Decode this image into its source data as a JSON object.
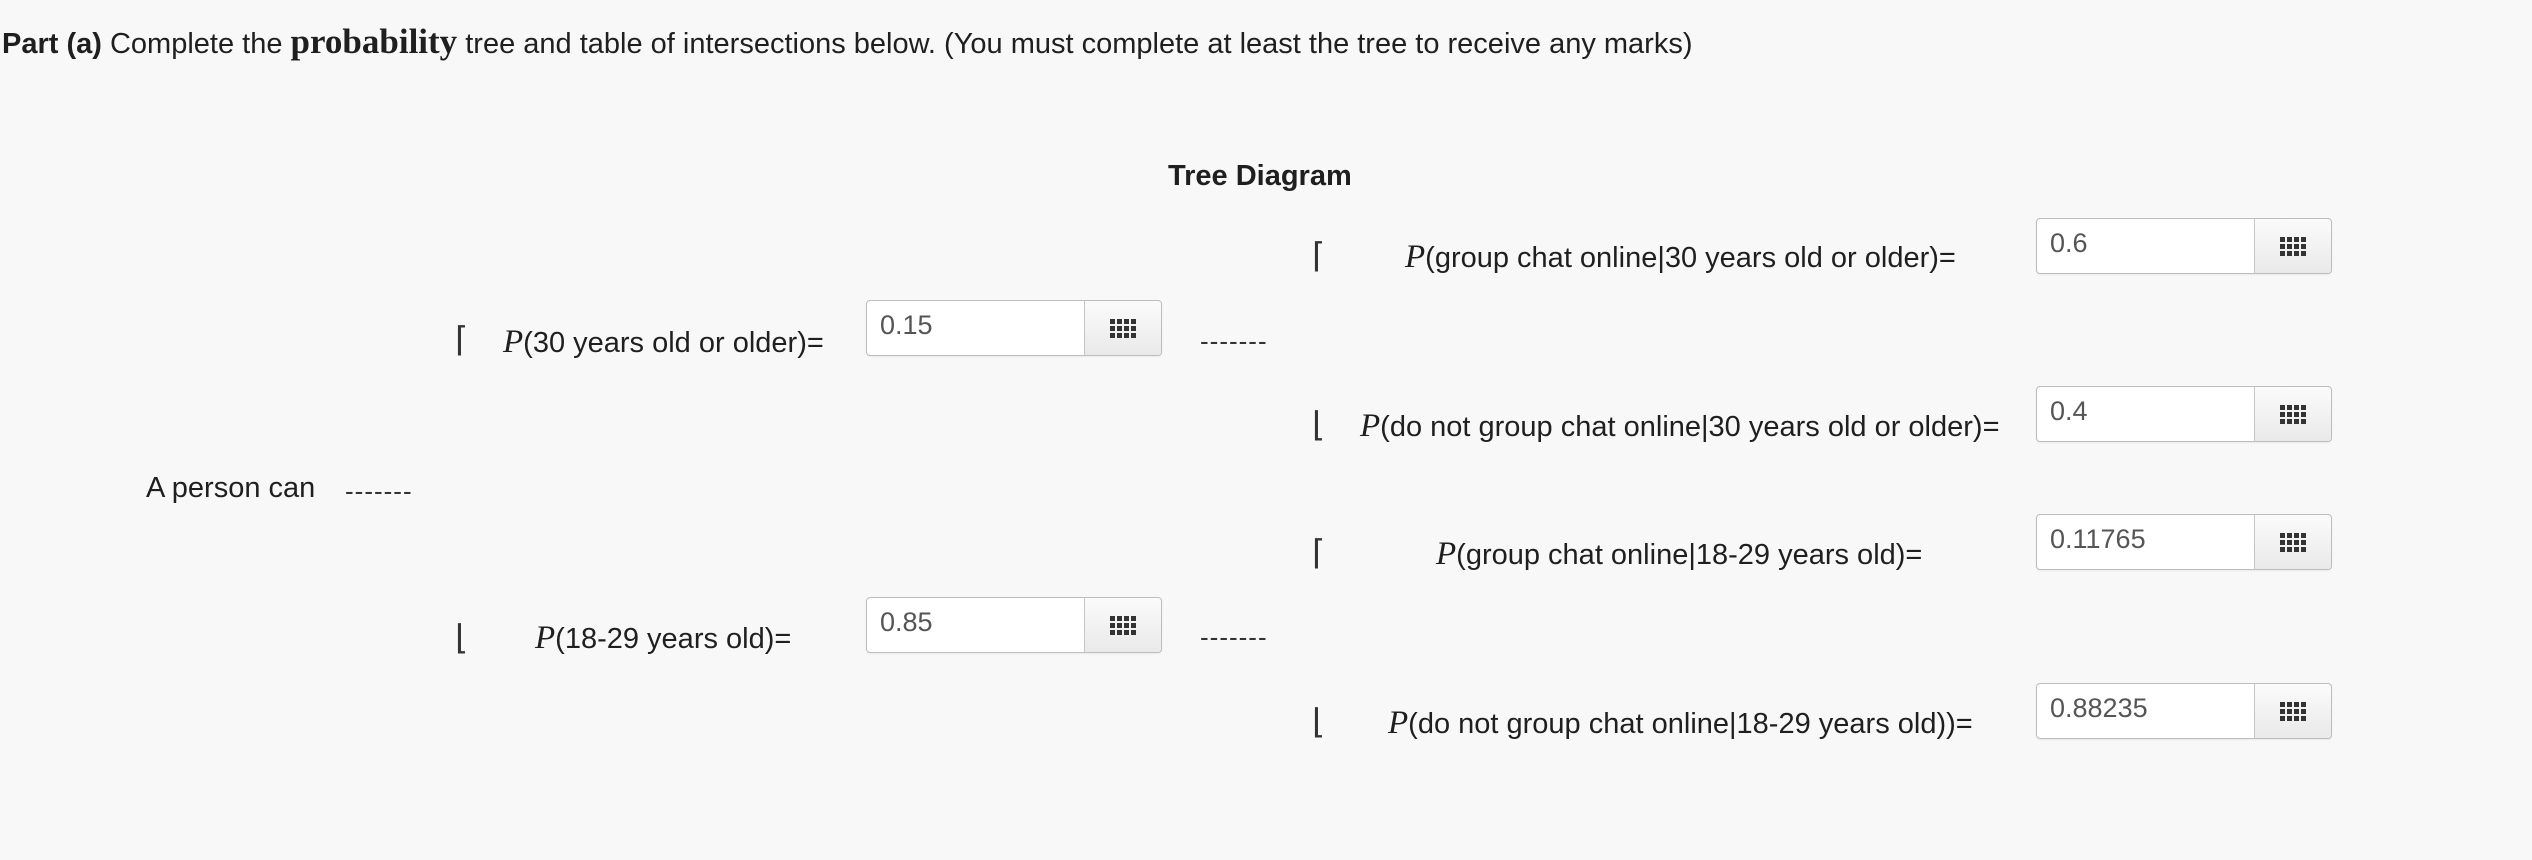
{
  "prompt": {
    "part": "Part (a)",
    "pre": "Complete the",
    "emph": "probability",
    "post": "tree and table of intersections below. (You must complete at least the tree to receive any marks)"
  },
  "tree": {
    "title": "Tree Diagram",
    "root": "A person can",
    "dash": "-------",
    "brace_top": "⌈",
    "brace_bottom": "⌊",
    "p": "P",
    "level1": [
      {
        "text": "(30 years old or older)=",
        "value": "0.15"
      },
      {
        "text": "(18-29 years old)=",
        "value": "0.85"
      }
    ],
    "level2": [
      {
        "text": "(group chat online|30 years old or older)=",
        "value": "0.6"
      },
      {
        "text": "(do not group chat online|30 years old or older)=",
        "value": "0.4"
      },
      {
        "text": "(group chat online|18-29 years old)=",
        "value": "0.11765"
      },
      {
        "text": "(do not group chat online|18-29 years old))=",
        "value": "0.88235"
      }
    ]
  },
  "icons": {
    "keypad": "keypad-grid-icon"
  }
}
